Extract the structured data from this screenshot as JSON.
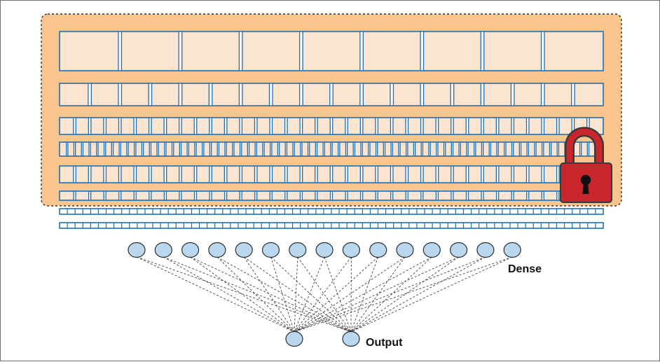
{
  "labels": {
    "dense": "Dense",
    "output": "Output"
  },
  "frozen_block": {
    "state": "locked",
    "icon": "padlock-icon",
    "layer_count": 6
  },
  "layers": {
    "frozen_conv_layers": 6,
    "unfrozen_flatten_layers": 2,
    "dense_units": 15,
    "output_units": 2
  },
  "colors": {
    "frozen_panel": "#f8c58e",
    "layer_fill": "#fbe5d0",
    "layer_stroke": "#1f6fb3",
    "node_fill": "#b9d7ee",
    "node_stroke": "#2c2c2c",
    "lock_body": "#c9252d",
    "lock_stroke": "#3a3a3a"
  }
}
